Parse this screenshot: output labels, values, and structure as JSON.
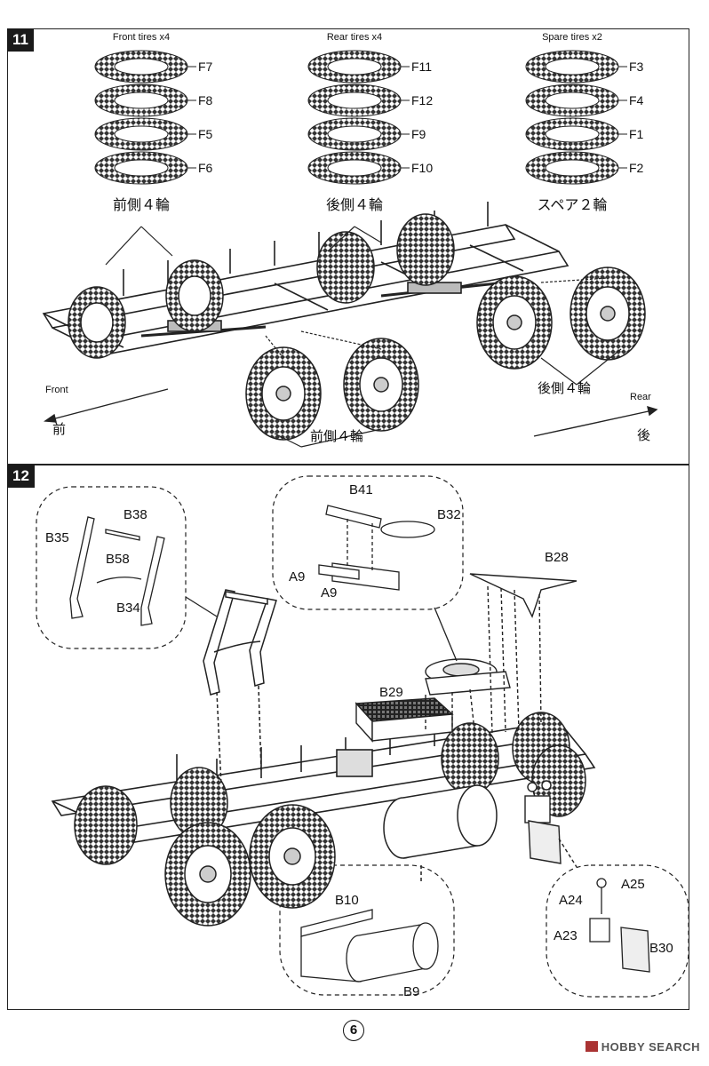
{
  "step11": {
    "number": "11",
    "tire_groups": [
      {
        "title": "Front tires x4",
        "caption": "前側４輪",
        "parts": [
          "F7",
          "F8",
          "F5",
          "F6"
        ]
      },
      {
        "title": "Rear tires x4",
        "caption": "後側４輪",
        "parts": [
          "F11",
          "F12",
          "F9",
          "F10"
        ]
      },
      {
        "title": "Spare tires x2",
        "caption": "スペア２輪",
        "parts": [
          "F3",
          "F4",
          "F1",
          "F2"
        ]
      }
    ],
    "front_en": "Front",
    "front_jp": "前",
    "rear_en": "Rear",
    "rear_jp": "後",
    "front_wheels_label": "前側４輪",
    "rear_wheels_label": "後側４輪"
  },
  "step12": {
    "number": "12",
    "parts": {
      "b38": "B38",
      "b35": "B35",
      "b58": "B58",
      "b34": "B34",
      "b41": "B41",
      "b32": "B32",
      "a9a": "A9",
      "a9b": "A9",
      "b28": "B28",
      "b29": "B29",
      "b10": "B10",
      "b9": "B9",
      "a25": "A25",
      "a24": "A24",
      "a23": "A23",
      "b30": "B30"
    }
  },
  "page_number": "6",
  "watermark": "HOBBY SEARCH"
}
